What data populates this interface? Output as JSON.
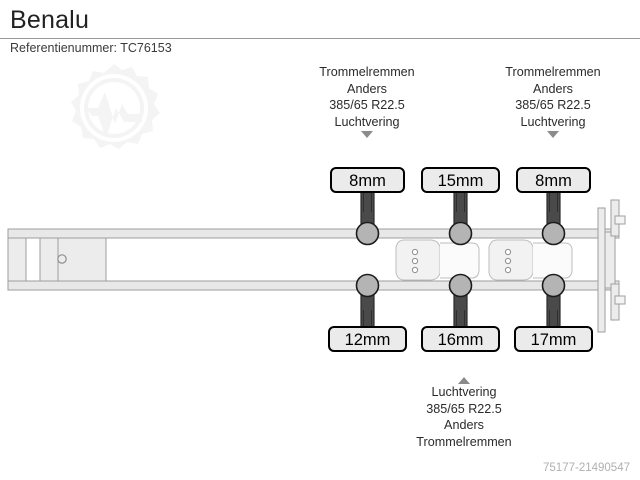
{
  "header": {
    "title": "Benalu",
    "reference_label": "Referentienummer: TC76153"
  },
  "watermark": {
    "id": "75177-21490547",
    "logo_icon": "gear-logo-icon"
  },
  "annotations": {
    "top_left": {
      "lines": [
        "Trommelremmen",
        "Anders",
        "385/65 R22.5",
        "Luchtvering"
      ],
      "arrow": "arrow-down-icon"
    },
    "top_right": {
      "lines": [
        "Trommelremmen",
        "Anders",
        "385/65 R22.5",
        "Luchtvering"
      ],
      "arrow": "arrow-down-icon"
    },
    "bottom": {
      "lines": [
        "Luchtvering",
        "385/65 R22.5",
        "Anders",
        "Trommelremmen"
      ],
      "arrow": "arrow-up-icon"
    }
  },
  "measurements": {
    "top": [
      {
        "label": "8mm",
        "axle": 1
      },
      {
        "label": "15mm",
        "axle": 2
      },
      {
        "label": "8mm",
        "axle": 3
      }
    ],
    "bottom": [
      {
        "label": "12mm",
        "axle": 1
      },
      {
        "label": "16mm",
        "axle": 2
      },
      {
        "label": "17mm",
        "axle": 3
      }
    ]
  },
  "diagram": {
    "name": "semi-trailer-chassis-top-view",
    "axle_count": 3,
    "kingpin": "kingpin-marker"
  },
  "colors": {
    "rail_fill": "#e8e8e8",
    "rail_stroke": "#9e9e9e",
    "axle_bar": "#4a4a4a",
    "wheel_hub": "#b4b4b4",
    "callout_fill": "#ebebeb",
    "callout_border": "#000000",
    "arrow": "#8b8b8b",
    "watermark_text": "#b0b0b0"
  }
}
